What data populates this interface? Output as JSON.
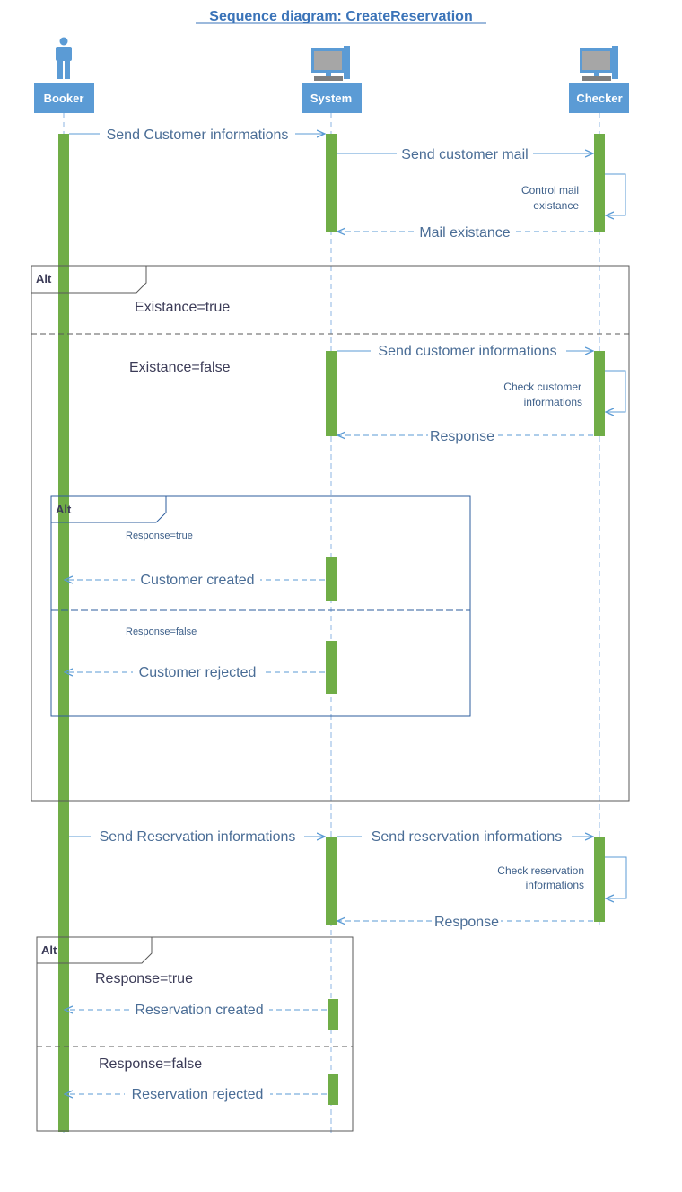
{
  "title": "Sequence diagram: CreateReservation",
  "participants": [
    {
      "name": "Booker",
      "icon": "person-icon"
    },
    {
      "name": "System",
      "icon": "computer-icon"
    },
    {
      "name": "Checker",
      "icon": "computer-icon"
    }
  ],
  "messages": {
    "m1": "Send Customer informations",
    "m2": "Send customer mail",
    "m3": "Control mail existance",
    "m4": "Mail existance",
    "m5": "Send customer informations",
    "m6": "Check customer informations",
    "m7": "Response",
    "m8": "Customer created",
    "m9": "Customer rejected",
    "m10": "Send Reservation informations",
    "m11": "Send reservation informations",
    "m12": "Check reservation informations",
    "m13": "Response",
    "m14": "Reservation created",
    "m15": "Reservation rejected"
  },
  "fragments": {
    "alt1": {
      "label": "Alt",
      "guard1": "Existance=true",
      "guard2": "Existance=false"
    },
    "alt2": {
      "label": "Alt",
      "guard1": "Response=true",
      "guard2": "Response=false"
    },
    "alt3": {
      "label": "Alt",
      "guard1": "Response=true",
      "guard2": "Response=false"
    }
  },
  "colors": {
    "title": "#3A73B8",
    "actor_box": "#5B9BD5",
    "activation": "#70AD47",
    "arrow": "#5B9BD5",
    "frame": "#595959",
    "inner_frame": "#2E5E9E"
  }
}
